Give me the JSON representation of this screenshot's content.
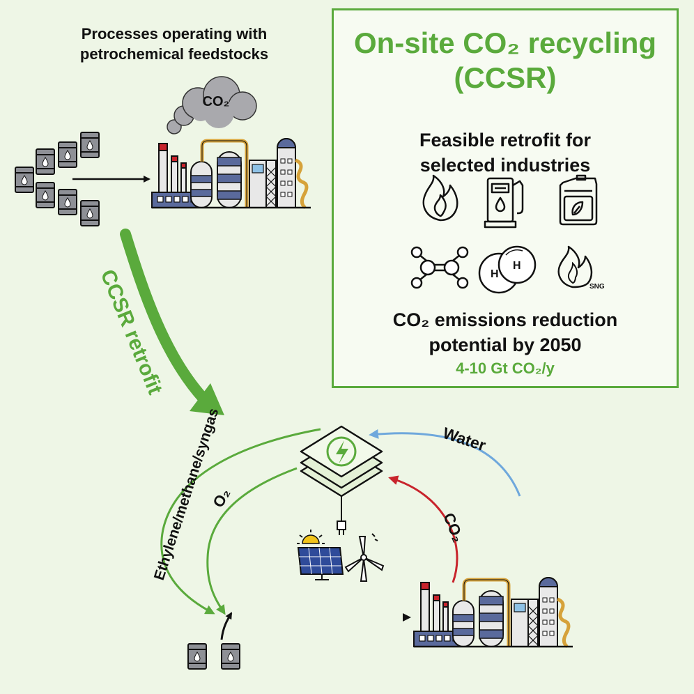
{
  "top_caption": {
    "line1": "Processes operating with",
    "line2": "petrochemical feedstocks"
  },
  "cloud_label": "CO₂",
  "panel": {
    "title_line1": "On-site CO₂ recycling",
    "title_line2": "(CCSR)",
    "subtitle_line1": "Feasible retrofit for",
    "subtitle_line2": "selected industries",
    "icons": [
      "flame-icon",
      "fuel-pump-icon",
      "bio-canister-icon",
      "ethylene-molecule-icon",
      "hydrogen-molecule-icon",
      "sng-flame-icon"
    ],
    "hydrogen_letter_a": "H",
    "hydrogen_letter_b": "H",
    "sng_label": "SNG",
    "emissions_line1": "CO₂ emissions reduction",
    "emissions_line2": "potential by 2050",
    "emissions_value": "4-10 Gt CO₂/y"
  },
  "labels": {
    "ccsr_retrofit": "CCSR retrofit",
    "products": "Ethylene/methane/syngas",
    "water": "Water",
    "oxygen": "O₂",
    "co2": "CO₂"
  },
  "colors": {
    "green": "#5aaa3c",
    "red": "#c8242c",
    "blue": "#6fa8dc",
    "navy": "#5a6a9c"
  }
}
